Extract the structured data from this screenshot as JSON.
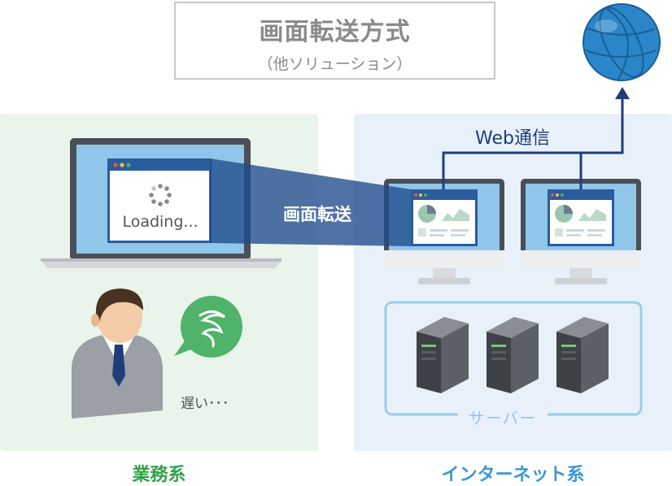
{
  "title": {
    "main": "画面転送方式",
    "sub": "（他ソリューション）"
  },
  "business": {
    "label": "業務系",
    "loading_text": "Loading...",
    "slow_text": "遅い･･･"
  },
  "internet": {
    "label": "インターネット系",
    "web_label": "Web通信",
    "server_label": "サーバー"
  },
  "transfer_label": "画面転送",
  "colors": {
    "business_bg": "#e9f4ea",
    "internet_bg": "#e8f1fa",
    "business_accent": "#35a14a",
    "internet_accent": "#3b97d3",
    "arrow_navy": "#1f3e78",
    "beam": "#1f4a8c"
  },
  "icons": {
    "globe": "globe-icon",
    "spinner": "loading-spinner-icon",
    "bubble": "confused-bubble-icon",
    "user": "businessman-icon",
    "server": "server-tower-icon"
  }
}
